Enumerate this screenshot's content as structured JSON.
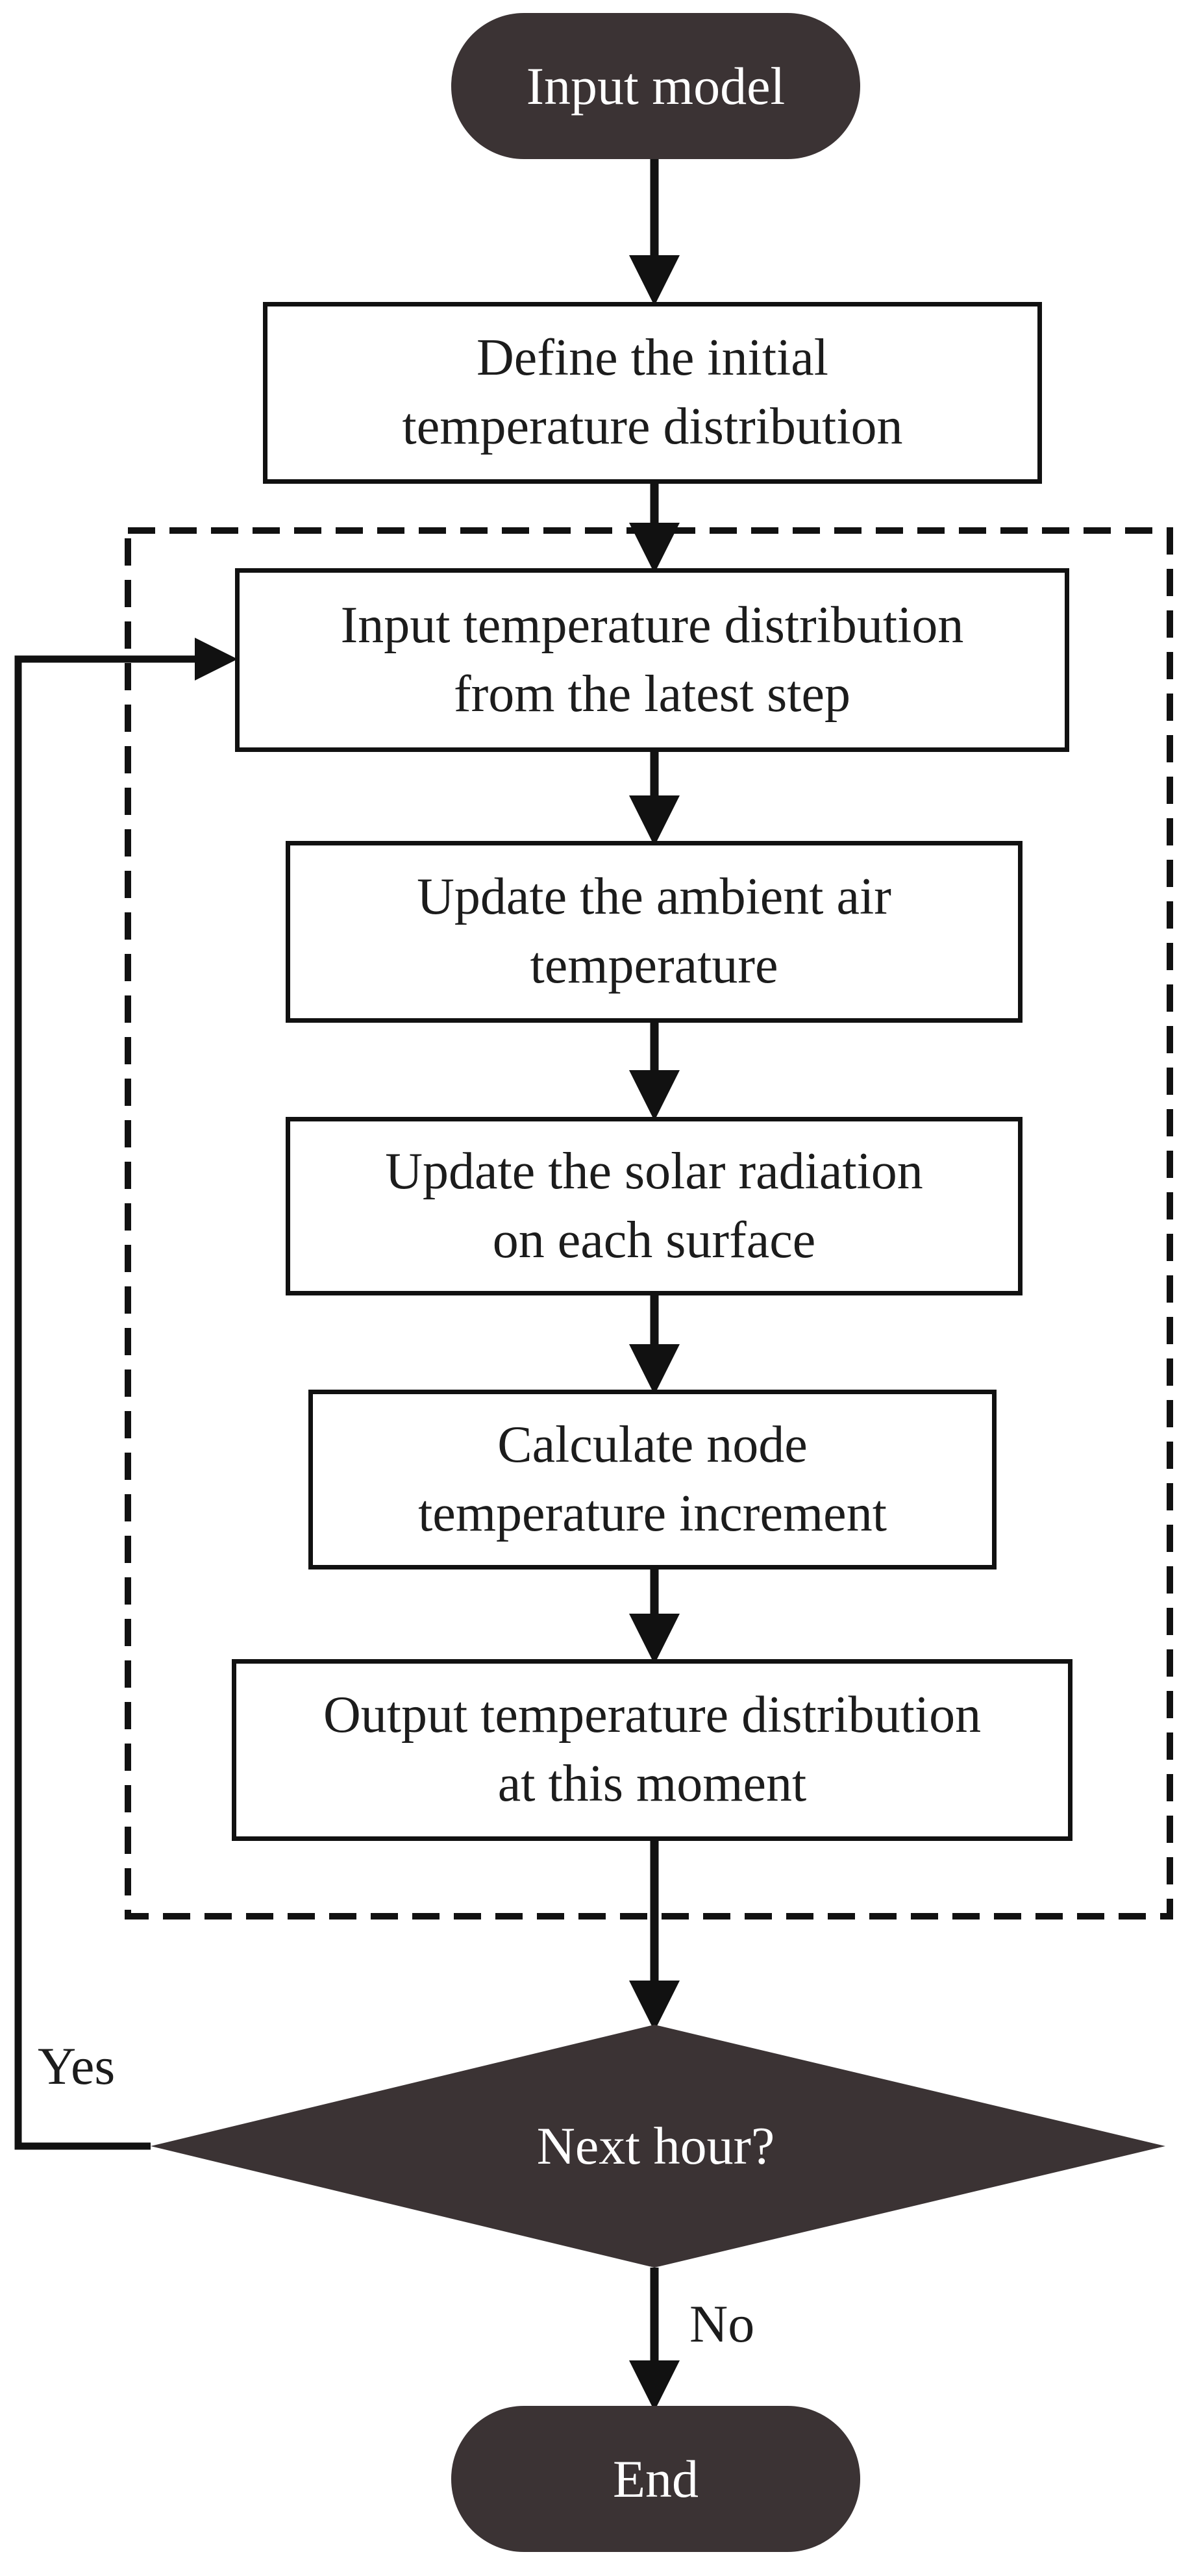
{
  "flowchart": {
    "start": "Input model",
    "steps": [
      "Define the initial\ntemperature distribution",
      "Input temperature distribution\nfrom the latest step",
      "Update the ambient air\ntemperature",
      "Update the solar radiation\non each surface",
      "Calculate node\ntemperature increment",
      "Output temperature distribution\nat this moment"
    ],
    "decision": "Next hour?",
    "yes_label": "Yes",
    "no_label": "No",
    "end": "End"
  },
  "colors": {
    "terminal_fill": "#3b3334",
    "decision_fill": "#3b3334",
    "line": "#111111",
    "terminal_text": "#ffffff"
  }
}
